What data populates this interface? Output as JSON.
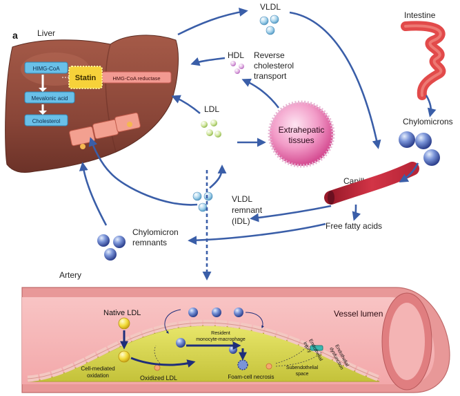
{
  "panel_label": "a",
  "liver": {
    "title": "Liver",
    "pathway": [
      "HIMG-CoA",
      "Mevalonic acid",
      "Cholesterol"
    ],
    "statin": "Statin",
    "enzyme": "HMG-CoA reductase"
  },
  "labels": {
    "vldl": "VLDL",
    "hdl": "HDL",
    "reverse_transport": [
      "Reverse",
      "cholesterol",
      "transport"
    ],
    "ldl": "LDL",
    "extrahepatic": [
      "Extrahepatic",
      "tissues"
    ],
    "intestine": "Intestine",
    "chylomicrons": "Chylomicrons",
    "capillary": "Capillary",
    "free_fatty_acids": "Free fatty acids",
    "vldl_remnant": [
      "VLDL",
      "remnant",
      "(IDL)"
    ],
    "chylomicron_remnants": [
      "Chylomicron",
      "remnants"
    ]
  },
  "artery": {
    "title": "Artery",
    "vessel_lumen": "Vessel lumen",
    "native_ldl": "Native LDL",
    "cell_mediated": [
      "Cell-mediated",
      "oxidation"
    ],
    "oxidized_ldl": "Oxidized LDL",
    "resident": [
      "Resident",
      "monocyte-macrophage"
    ],
    "foam_cell": "Foam-cell necrosis",
    "subendothelial": [
      "Subendothelial",
      "space"
    ],
    "endothelial_injury": [
      "Endothelial",
      "injury"
    ],
    "endothelial_dysfunction": [
      "Endothelial",
      "dysfunction"
    ]
  },
  "colors": {
    "arrow_blue": "#3a5ea8",
    "liver_brown": "#8a4a3c",
    "statin_yellow": "#f6d23a",
    "tissue_pink": "#e8569c",
    "capillary_red": "#c8283c",
    "plaque_yellow": "#d8d64a"
  }
}
